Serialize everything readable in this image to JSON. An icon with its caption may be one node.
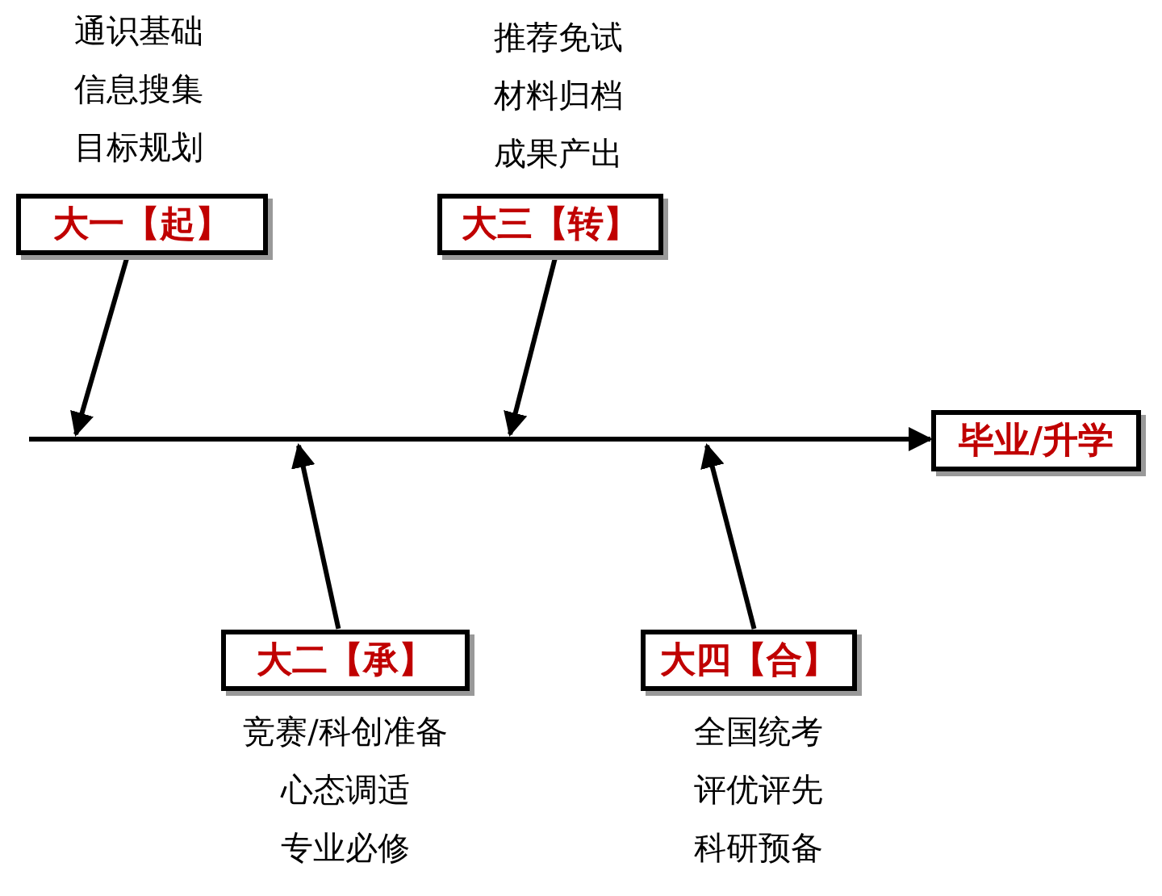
{
  "diagram": {
    "nodes": [
      {
        "text": [
          "大一【起】"
        ],
        "beside": [
          "通识基础",
          "信息搜集",
          "目标规划"
        ]
      },
      {
        "text": [
          "大三【转】"
        ],
        "beside": [
          "推荐免试",
          "材料归档",
          "成果产出"
        ]
      },
      {
        "text": [
          "大二【承】"
        ],
        "beside": [
          "竞赛/科创准备",
          "心态调适",
          "专业必修"
        ]
      },
      {
        "text": [
          "大四【合】"
        ],
        "beside": [
          "全国统考",
          "评优评先",
          "科研预备"
        ]
      },
      {
        "text": [
          "毕业/升学"
        ]
      }
    ],
    "edges": [
      {
        "from": null,
        "to": 4,
        "arrow": "to"
      },
      {
        "from": 0,
        "to": null,
        "arrow": "to"
      },
      {
        "from": 1,
        "to": null,
        "arrow": "to"
      },
      {
        "from": 2,
        "to": null,
        "arrow": "to"
      },
      {
        "from": 3,
        "to": null,
        "arrow": "to"
      }
    ]
  }
}
